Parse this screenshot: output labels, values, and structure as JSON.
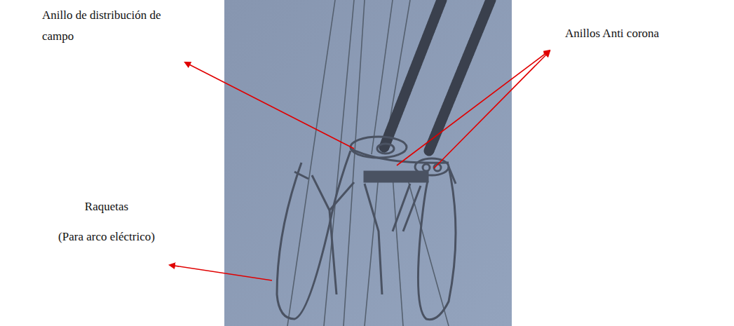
{
  "diagram": {
    "labels": [
      "Anillo de distribución de campo",
      "Anillos Anti corona",
      "Raquetas",
      "(Para arco eléctrico)"
    ]
  }
}
